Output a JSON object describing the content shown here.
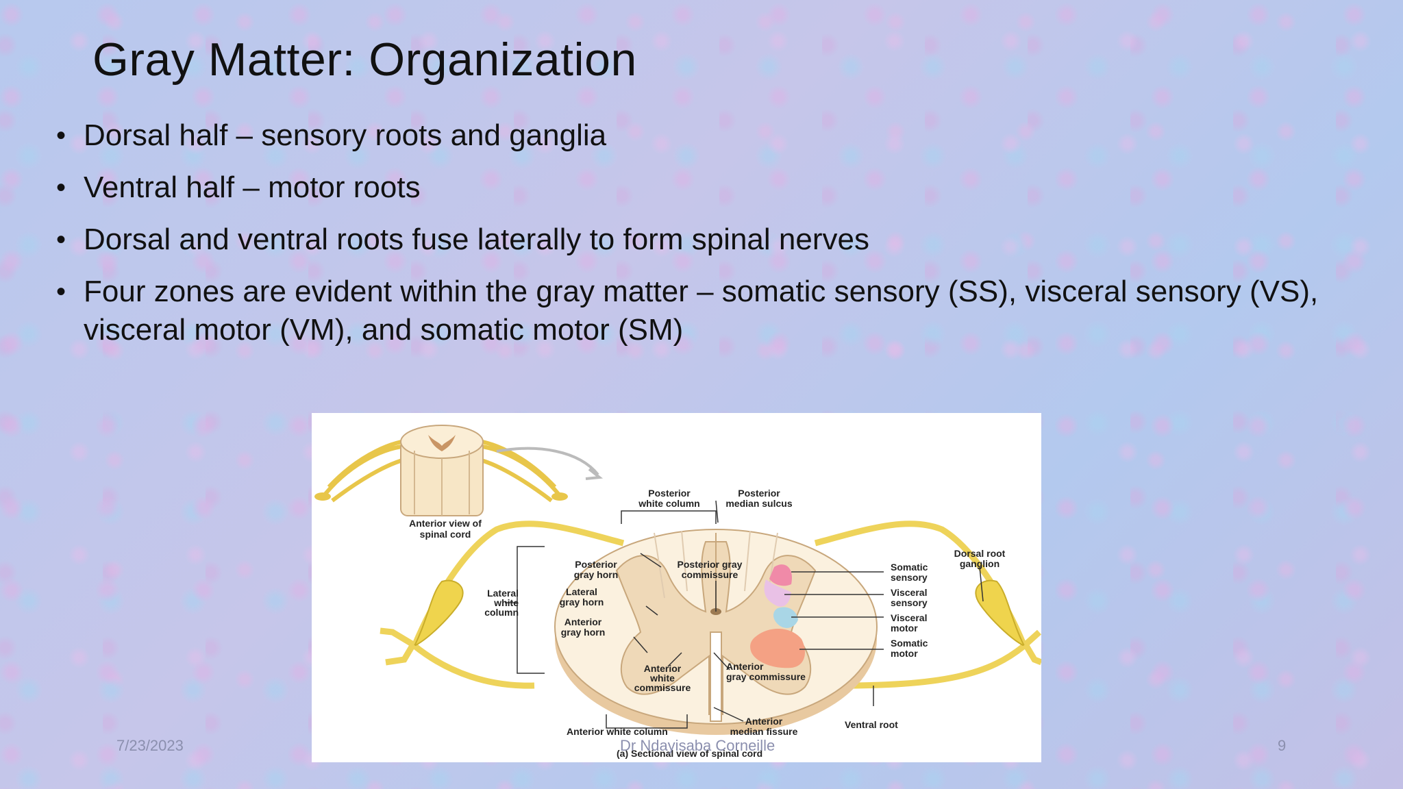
{
  "slide": {
    "title": "Gray Matter: Organization",
    "bullets": [
      "Dorsal half – sensory roots and ganglia",
      "Ventral half – motor roots",
      "Dorsal and ventral roots fuse laterally to form spinal nerves",
      "Four zones are evident within the gray matter – somatic sensory (SS), visceral sensory (VS), visceral motor (VM), and somatic motor (SM)"
    ],
    "bullet_glyph": "•"
  },
  "figure": {
    "inset_label": [
      "Anterior view of",
      "spinal cord"
    ],
    "labels": {
      "posterior_white_column": [
        "Posterior",
        "white column"
      ],
      "posterior_median_sulcus": [
        "Posterior",
        "median sulcus"
      ],
      "posterior_gray_horn": [
        "Posterior",
        "gray horn"
      ],
      "posterior_gray_commissure": [
        "Posterior gray",
        "commissure"
      ],
      "lateral_white_column": [
        "Lateral",
        "white",
        "column"
      ],
      "lateral_gray_horn": [
        "Lateral",
        "gray horn"
      ],
      "anterior_gray_horn": [
        "Anterior",
        "gray horn"
      ],
      "anterior_white_commissure": [
        "Anterior",
        "white",
        "commissure"
      ],
      "anterior_gray_commissure": [
        "Anterior",
        "gray commissure"
      ],
      "anterior_white_column": "Anterior white column",
      "anterior_median_fissure": [
        "Anterior",
        "median fissure"
      ],
      "dorsal_root_ganglion": [
        "Dorsal root",
        "ganglion"
      ],
      "somatic_sensory": [
        "Somatic",
        "sensory"
      ],
      "visceral_sensory": [
        "Visceral",
        "sensory"
      ],
      "visceral_motor": [
        "Visceral",
        "motor"
      ],
      "somatic_motor": [
        "Somatic",
        "motor"
      ],
      "ventral_root": "Ventral root"
    },
    "caption": "(a) Sectional view of spinal cord",
    "zone_colors": {
      "somatic_sensory": "#f08aa8",
      "visceral_sensory": "#e9c1e6",
      "visceral_motor": "#a9d6e6",
      "somatic_motor": "#f4a184"
    }
  },
  "footer": {
    "date": "7/23/2023",
    "author": "Dr Ndayisaba Corneille",
    "page": "9"
  }
}
